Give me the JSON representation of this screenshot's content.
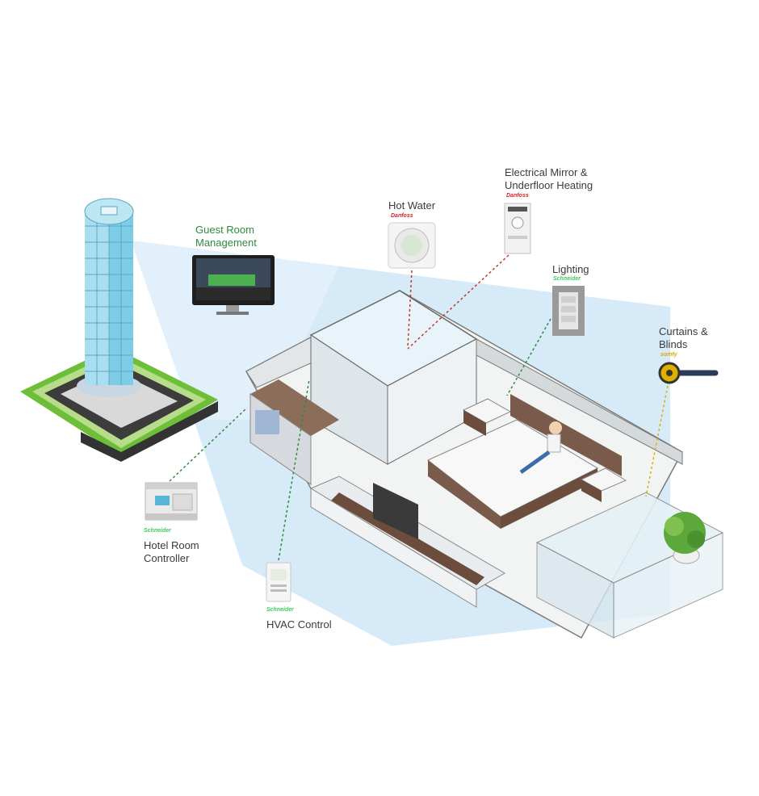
{
  "colors": {
    "connector_green": "#2e8b3a",
    "connector_red": "#c0392b",
    "connector_yellow": "#e0b000",
    "beam_blue": "#cfe6f7",
    "label_green": "#2e8b3a",
    "label_gray": "#3a3a3a"
  },
  "labels": {
    "guest_room_management": "Guest Room\nManagement",
    "hot_water": "Hot Water",
    "electrical_mirror": "Electrical Mirror &\nUnderfloor Heating",
    "lighting": "Lighting",
    "curtains_blinds": "Curtains &\nBlinds",
    "hotel_room_controller": "Hotel Room\nController",
    "hvac_control": "HVAC Control"
  },
  "brands": {
    "danfoss": "Danfoss",
    "schneider": "Schneider",
    "somfy": "somfy"
  },
  "icons": {
    "tower": "skyscraper-icon",
    "monitor": "monitor-icon",
    "thermostat": "round-thermostat-icon",
    "din_module": "din-rail-thermostat-icon",
    "light_switch": "light-switch-panel-icon",
    "blind_motor": "tubular-blind-motor-icon",
    "controller": "plc-controller-icon",
    "hvac_thermostat": "hvac-thermostat-icon",
    "room": "isometric-hotel-room-icon"
  }
}
